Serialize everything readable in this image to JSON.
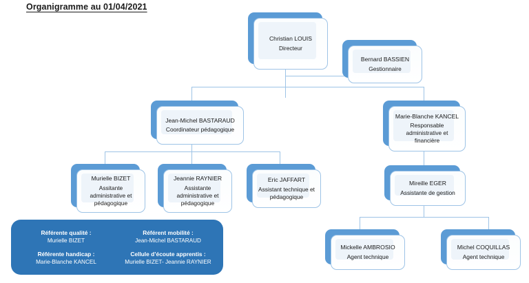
{
  "title": "Organigramme au 01/04/2021",
  "colors": {
    "node_shadow_blue": "#5B9BD5",
    "node_border_blue": "#9DC3E6",
    "node_fill": "#EEF4FA",
    "connector_blue": "#9DC3E6",
    "legend_panel_blue": "#2E75B6",
    "text_dark": "#1A1A1A",
    "legend_text": "#FFFFFF"
  },
  "nodes": {
    "director": {
      "name": "Christian LOUIS",
      "role": "Directeur"
    },
    "manager": {
      "name": "Bernard BASSIEN",
      "role": "Gestionnaire"
    },
    "coordinator": {
      "name": "Jean-Michel BASTARAUD",
      "role": "Coordinateur pédagogique"
    },
    "admin_financial": {
      "name": "Marie-Blanche KANCEL",
      "role": "Responsable administrative et financière"
    },
    "assistant_bizet": {
      "name": "Murielle BIZET",
      "role": "Assitante administrative et pédagogique"
    },
    "assistant_raynier": {
      "name": "Jeannie RAYNIER",
      "role": "Assistante administrative et pédagogique"
    },
    "assistant_jaffart": {
      "name": "Eric JAFFART",
      "role": "Assistant technique et pédagogique"
    },
    "management_assistant": {
      "name": "Mireille EGER",
      "role": "Assistante de gestion"
    },
    "agent_ambrosio": {
      "name": "Mickelle AMBROSIO",
      "role": "Agent technique"
    },
    "agent_coquillas": {
      "name": "Michel COQUILLAS",
      "role": "Agent technique"
    }
  },
  "legend": {
    "items": [
      {
        "label": "Référente qualité :",
        "value": "Murielle BIZET"
      },
      {
        "label": "Référent mobilité :",
        "value": "Jean-Michel BASTARAUD"
      },
      {
        "label": "Référente handicap :",
        "value": "Marie-Blanche KANCEL"
      },
      {
        "label": "Cellule d’écoute apprentis :",
        "value": "Murielle BIZET- Jeannie RAYNIER"
      }
    ]
  }
}
